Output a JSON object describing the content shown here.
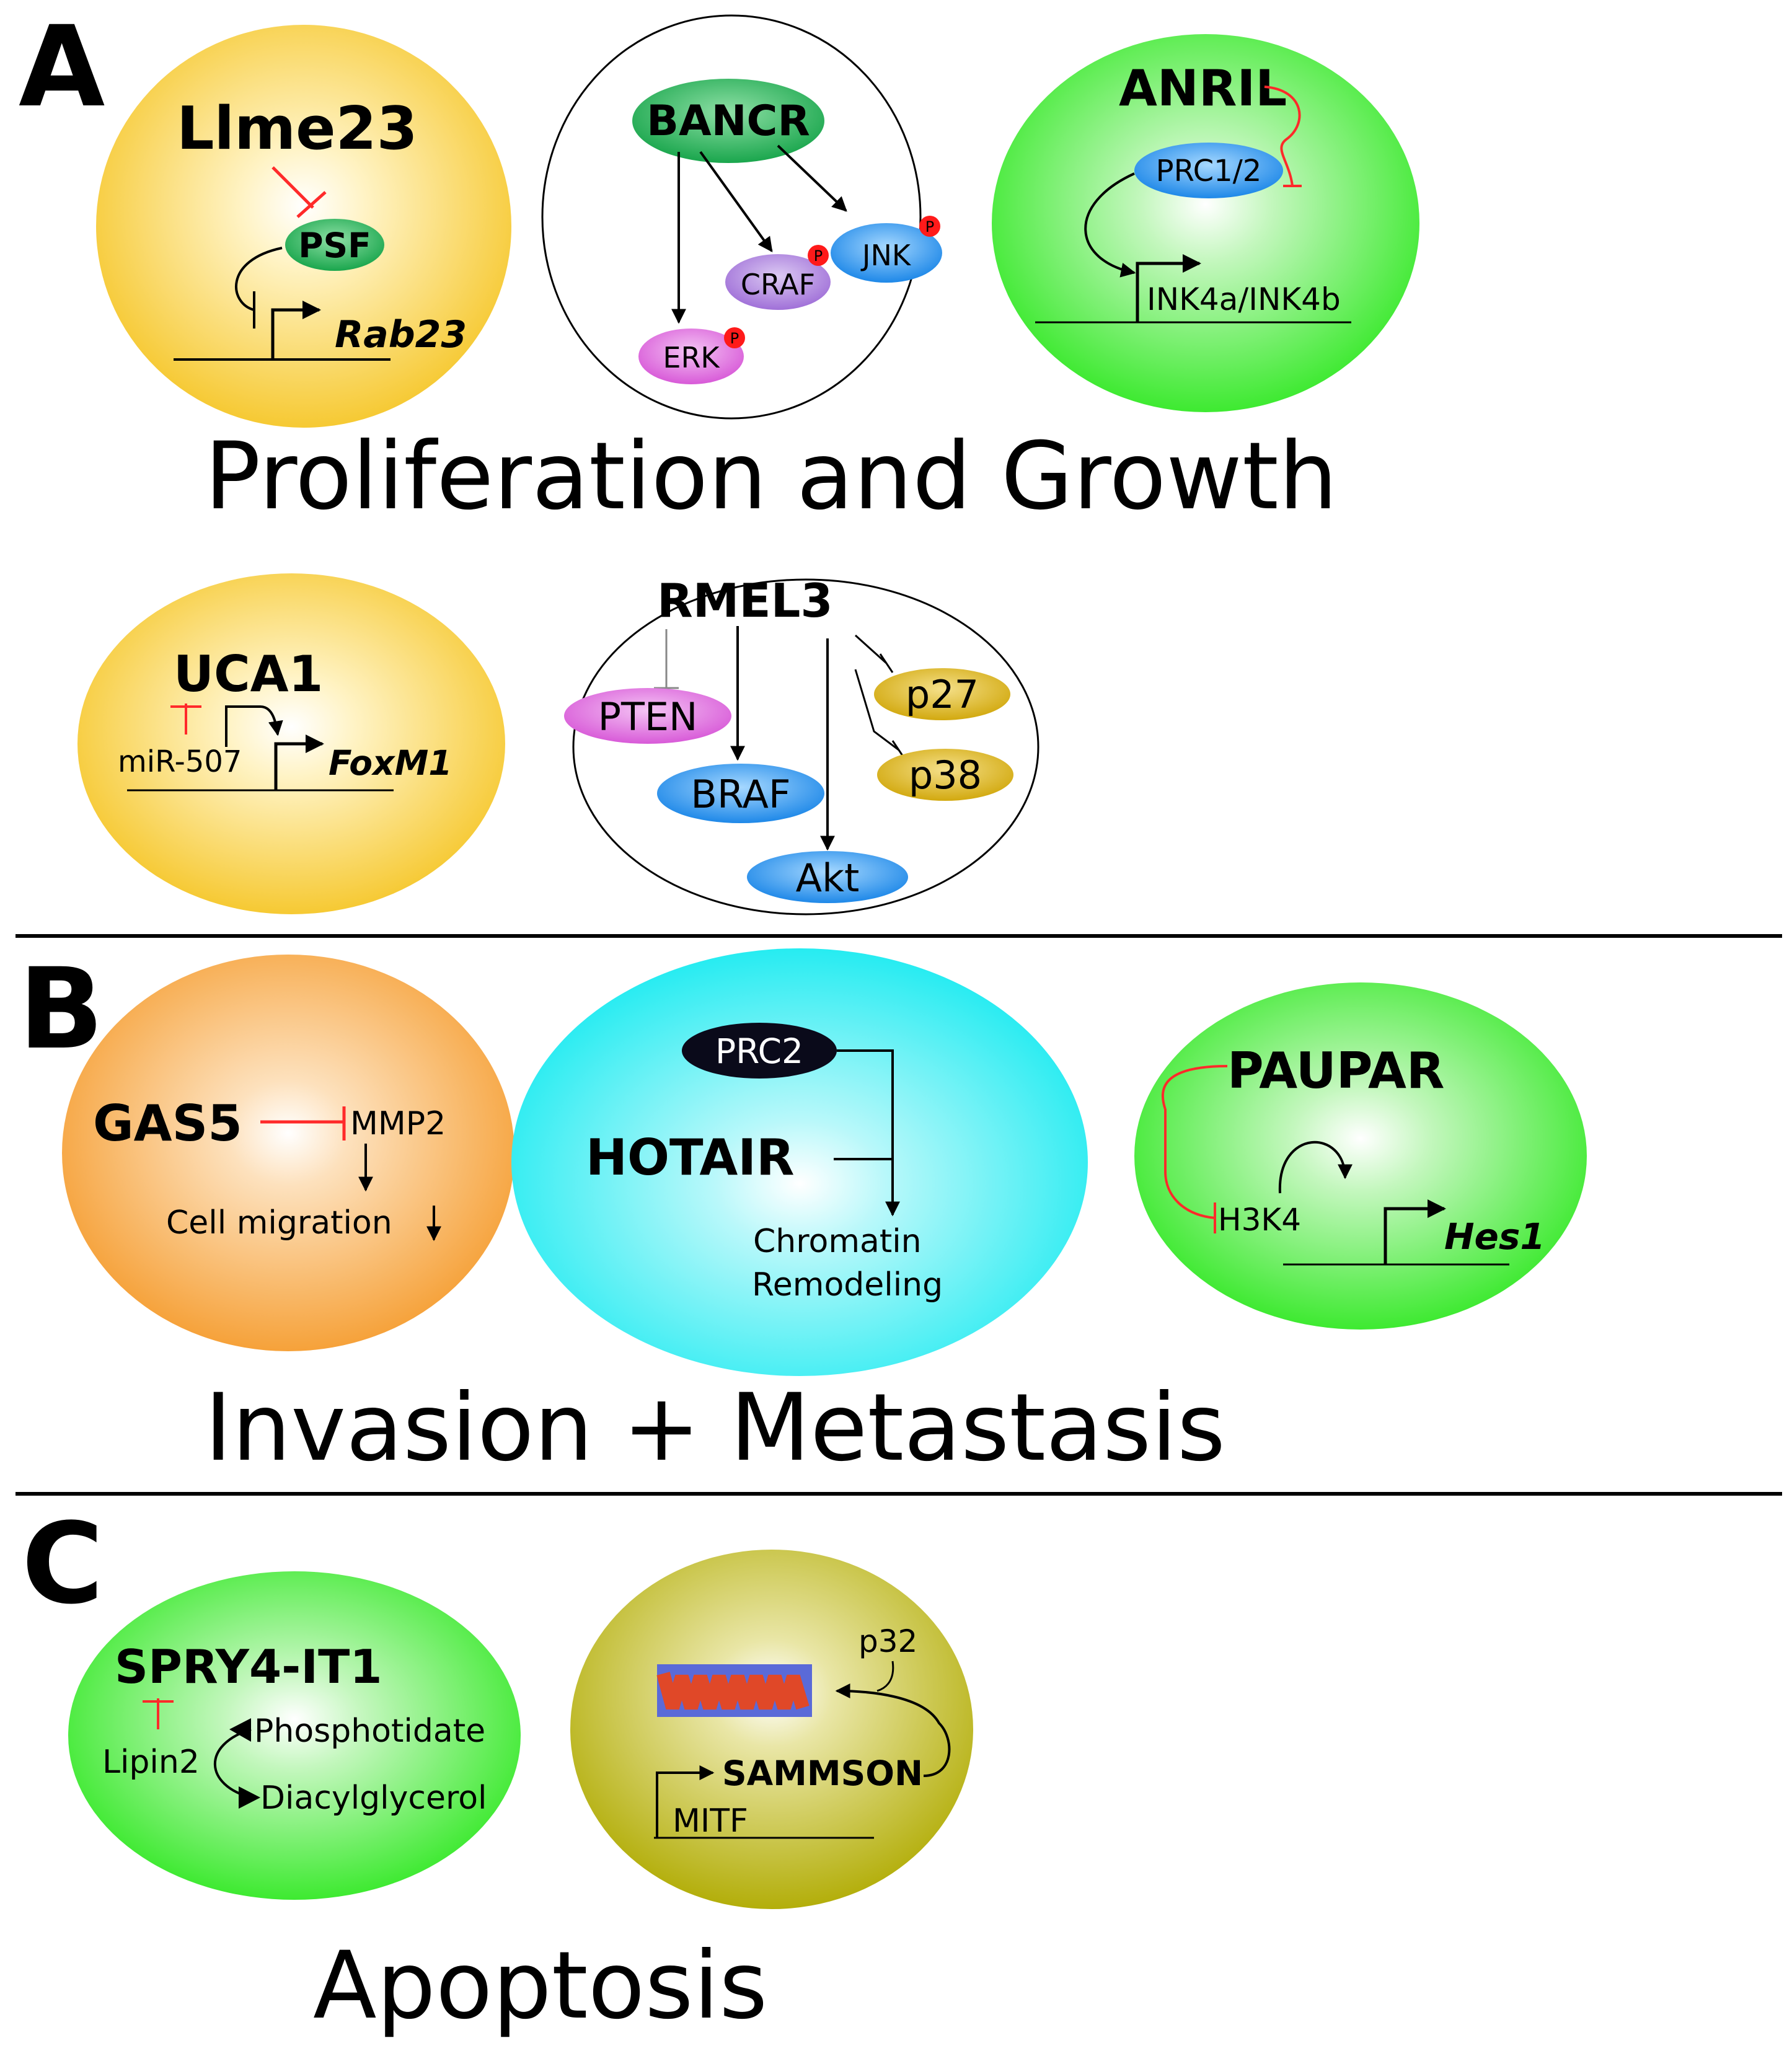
{
  "panels": {
    "a": {
      "letter": "A",
      "caption": "Proliferation and Growth",
      "llme23": {
        "name": "Llme23",
        "psf": "PSF",
        "gene": "Rab23"
      },
      "bancr": {
        "name": "BANCR",
        "craf": "CRAF",
        "jnk": "JNK",
        "erk": "ERK",
        "p": "P"
      },
      "anril": {
        "name": "ANRIL",
        "prc": "PRC1/2",
        "gene": "INK4a/INK4b"
      },
      "uca1": {
        "name": "UCA1",
        "mir": "miR-507",
        "gene": "FoxM1"
      },
      "rmel3": {
        "name": "RMEL3",
        "pten": "PTEN",
        "braf": "BRAF",
        "akt": "Akt",
        "p27": "p27",
        "p38": "p38"
      }
    },
    "b": {
      "letter": "B",
      "caption": "Invasion + Metastasis",
      "gas5": {
        "name": "GAS5",
        "mmp2": "MMP2",
        "migration": "Cell migration"
      },
      "hotair": {
        "name": "HOTAIR",
        "prc2": "PRC2",
        "chromatin": "Chromatin",
        "remodeling": "Remodeling"
      },
      "paupar": {
        "name": "PAUPAR",
        "h3k4": "H3K4",
        "gene": "Hes1"
      }
    },
    "c": {
      "letter": "C",
      "caption": "Apoptosis",
      "spry4": {
        "name": "SPRY4-IT1",
        "lipin": "Lipin2",
        "phos": "Phosphotidate",
        "dag": "Diacylglycerol"
      },
      "sammson": {
        "name": "SAMMSON",
        "p32": "p32",
        "mitf": "MITF"
      }
    }
  },
  "colors": {
    "yellow_cell": "#f5c421",
    "orange_cell": "#f59a2a",
    "green_cell": "#2de81f",
    "cyan_cell": "#14eaf0",
    "olive_cell": "#b3ae0a",
    "inhibition_red": "#ff2a2a",
    "psf_green": "#1aa64d",
    "blue_protein": "#1e88e8",
    "purple_protein": "#a070d8",
    "pink_protein": "#d85ad8",
    "gold_protein": "#d2a90f",
    "phospho_red": "#ff1a1a",
    "mito_red": "#e04828",
    "mito_blue": "#5a6ad8"
  }
}
